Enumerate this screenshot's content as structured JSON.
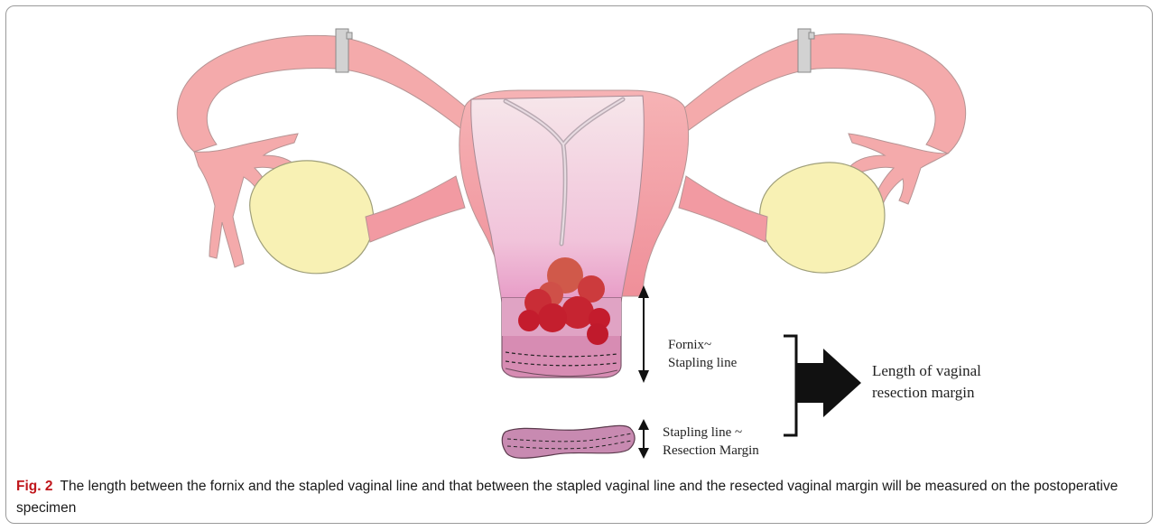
{
  "figure": {
    "labels": {
      "fornix_line1": "Fornix~",
      "fornix_line2": "Stapling line",
      "margin_line1": "Stapling line ~",
      "margin_line2": "Resection Margin",
      "length_line1": "Length of vaginal",
      "length_line2": "resection margin"
    },
    "caption": {
      "label": "Fig. 2",
      "text": "The length between the fornix and the stapled vaginal line and that between the stapled vaginal line and the resected vaginal margin will be measured on the postoperative specimen"
    },
    "colors": {
      "uterus_outer": "#f2a9aa",
      "uterus_border": "#a58b8b",
      "ovary": "#f7f0b0",
      "cavity_top": "#f4dfe6",
      "cavity_bottom": "#e9a8d0",
      "cervix_lower": "#c97fa5",
      "tumor_dark": "#c4182e",
      "tumor_light": "#d6604b",
      "clip": "#cfcfcf"
    }
  }
}
